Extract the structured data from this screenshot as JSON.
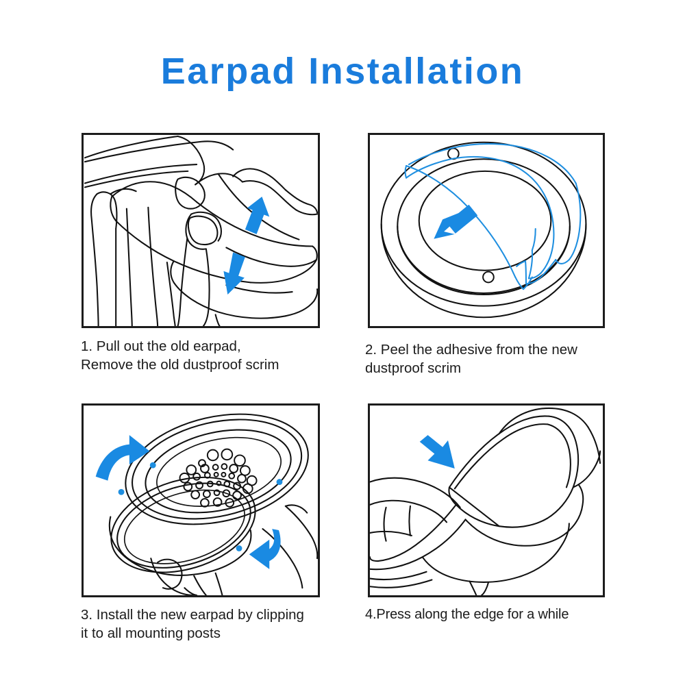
{
  "page": {
    "title": "Earpad Installation",
    "background_color": "#ffffff",
    "accent_color": "#1a7cdc",
    "arrow_color": "#1a8ae2",
    "line_color": "#111111"
  },
  "steps": [
    {
      "number": "1",
      "caption": "1. Pull out the old earpad,\nRemove the old dustproof scrim",
      "illustration_name": "pull-out-old-earpad-illustration",
      "arrows": [
        {
          "name": "arrow-up",
          "direction": "up"
        },
        {
          "name": "arrow-down",
          "direction": "down"
        }
      ]
    },
    {
      "number": "2",
      "caption": "2. Peel the adhesive from the new\ndustproof scrim",
      "illustration_name": "peel-adhesive-illustration",
      "arrows": [
        {
          "name": "arrow-down-left",
          "direction": "down-left"
        }
      ]
    },
    {
      "number": "3",
      "caption": "3. Install the new earpad by clipping\nit to all mounting posts",
      "illustration_name": "clip-earpad-illustration",
      "arrows": [
        {
          "name": "arrow-curve-up-right",
          "direction": "curve-up-right"
        },
        {
          "name": "arrow-curve-down-left",
          "direction": "curve-down-left"
        }
      ]
    },
    {
      "number": "4",
      "caption": "4.Press along the edge for a while",
      "illustration_name": "press-edge-illustration",
      "arrows": [
        {
          "name": "arrow-down-right",
          "direction": "down-right"
        }
      ]
    }
  ]
}
